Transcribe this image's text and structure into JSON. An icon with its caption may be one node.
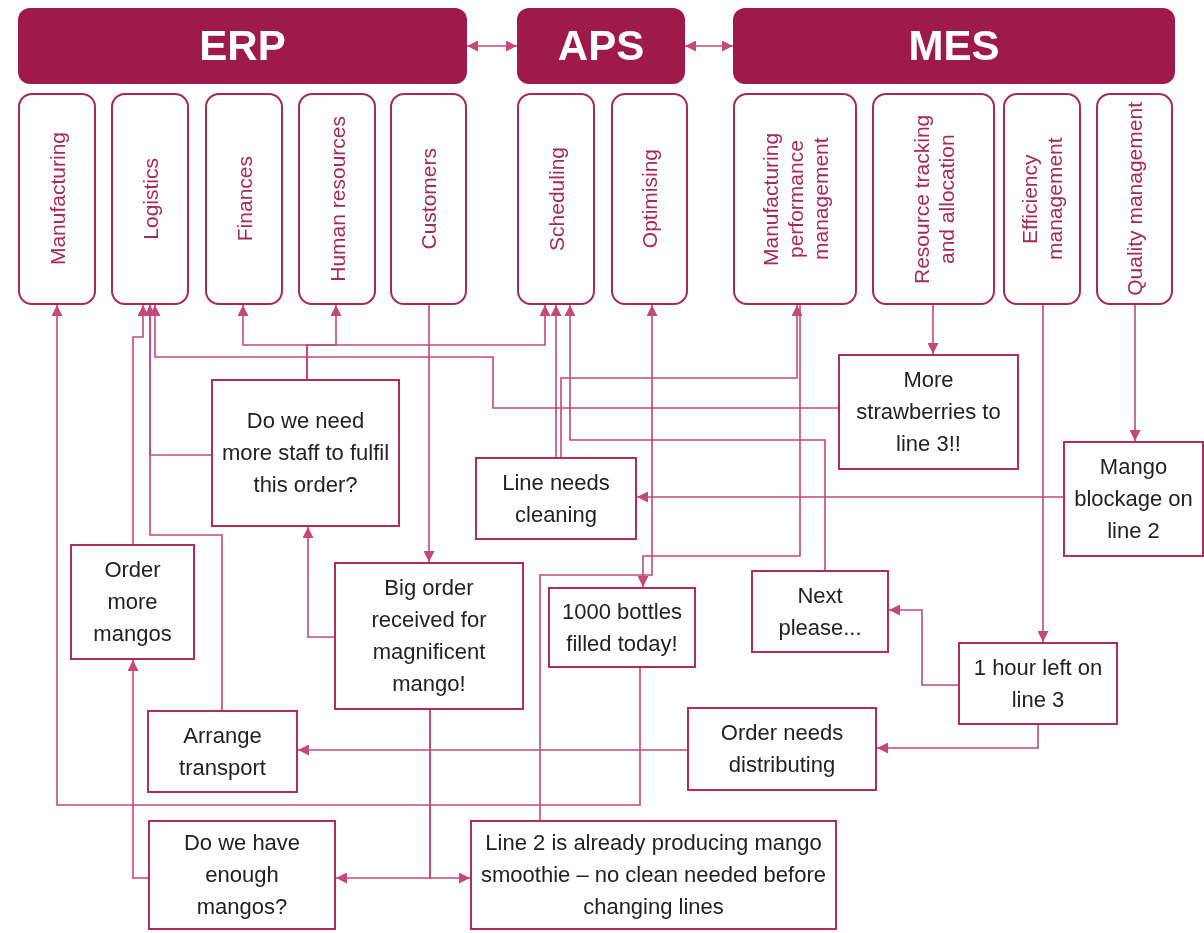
{
  "diagram": {
    "nodes": [
      {
        "text": [
          "ERP"
        ]
      },
      {
        "text": [
          "APS"
        ]
      },
      {
        "text": [
          "MES"
        ]
      },
      {
        "text": [
          "Manufacturing"
        ]
      },
      {
        "text": [
          "Logistics"
        ]
      },
      {
        "text": [
          "Finances"
        ]
      },
      {
        "text": [
          "Human resources"
        ]
      },
      {
        "text": [
          "Customers"
        ]
      },
      {
        "text": [
          "Scheduling"
        ]
      },
      {
        "text": [
          "Optimising"
        ]
      },
      {
        "text": [
          "Manufacturing performance management"
        ]
      },
      {
        "text": [
          "Resource tracking and allocation"
        ]
      },
      {
        "text": [
          "Efficiency management"
        ]
      },
      {
        "text": [
          "Quality management"
        ]
      },
      {
        "text": [
          "Do we need more staff to fulfil this order?"
        ]
      },
      {
        "text": [
          "More strawberries to line 3!!"
        ]
      },
      {
        "text": [
          "Line needs cleaning"
        ]
      },
      {
        "text": [
          "Mango blockage on line 2"
        ]
      },
      {
        "text": [
          "Order more mangos"
        ]
      },
      {
        "text": [
          "Big order received for magnificent mango!"
        ]
      },
      {
        "text": [
          "1000 bottles filled today!"
        ]
      },
      {
        "text": [
          "Next please..."
        ]
      },
      {
        "text": [
          "1 hour left on line 3"
        ]
      },
      {
        "text": [
          "Arrange transport"
        ]
      },
      {
        "text": [
          "Order needs distributing"
        ]
      },
      {
        "text": [
          "Do we have enough mangos?"
        ]
      },
      {
        "text": [
          "Line 2 is already producing mango smoothie – no clean needed before changing lines"
        ]
      }
    ],
    "edges": [
      {
        "from": 0,
        "to": 1,
        "arrow": "both"
      },
      {
        "from": 1,
        "to": 2,
        "arrow": "both"
      },
      {
        "from": 7,
        "to": 19,
        "arrow": "to"
      },
      {
        "from": 19,
        "to": 14,
        "arrow": "to"
      },
      {
        "from": 14,
        "to": 5,
        "arrow": "to"
      },
      {
        "from": 14,
        "to": 6,
        "arrow": "to"
      },
      {
        "from": 14,
        "to": 8,
        "arrow": "to"
      },
      {
        "from": 14,
        "to": 4,
        "arrow": "to"
      },
      {
        "from": 18,
        "to": 4,
        "arrow": "to"
      },
      {
        "from": 15,
        "to": 4,
        "arrow": "to"
      },
      {
        "from": 23,
        "to": 4,
        "arrow": "to"
      },
      {
        "from": 20,
        "to": 3,
        "arrow": "to"
      },
      {
        "from": 26,
        "to": 9,
        "arrow": "to"
      },
      {
        "from": 16,
        "to": 8,
        "arrow": "to"
      },
      {
        "from": 16,
        "to": 10,
        "arrow": "to"
      },
      {
        "from": 10,
        "to": 20,
        "arrow": "to"
      },
      {
        "from": 21,
        "to": 8,
        "arrow": "to"
      },
      {
        "from": 11,
        "to": 15,
        "arrow": "to"
      },
      {
        "from": 13,
        "to": 17,
        "arrow": "to"
      },
      {
        "from": 17,
        "to": 16,
        "arrow": "to"
      },
      {
        "from": 12,
        "to": 22,
        "arrow": "to"
      },
      {
        "from": 22,
        "to": 21,
        "arrow": "to"
      },
      {
        "from": 22,
        "to": 24,
        "arrow": "to"
      },
      {
        "from": 24,
        "to": 23,
        "arrow": "to"
      },
      {
        "from": 19,
        "to": 25,
        "arrow": "to"
      },
      {
        "from": 19,
        "to": 26,
        "arrow": "to"
      },
      {
        "from": 25,
        "to": 18,
        "arrow": "to"
      }
    ]
  }
}
